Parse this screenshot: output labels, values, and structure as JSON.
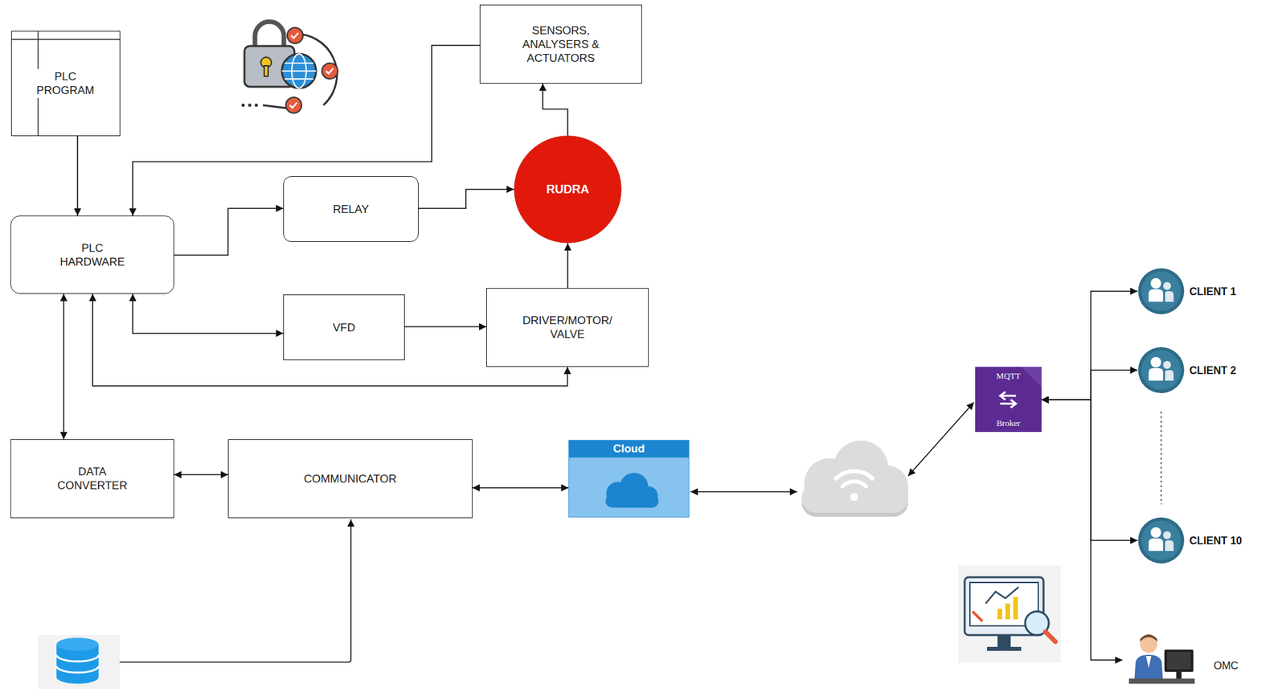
{
  "diagram": {
    "nodes": [
      {
        "text": [
          "PLC PROGRAM"
        ]
      },
      {
        "text": [
          "SENSORS, ANALYSERS & ACTUATORS"
        ]
      },
      {
        "text": [
          "RELAY"
        ]
      },
      {
        "text": [
          "RUDRA"
        ]
      },
      {
        "text": [
          "PLC HARDWARE"
        ]
      },
      {
        "text": [
          "VFD"
        ]
      },
      {
        "text": [
          "DRIVER/MOTOR/ VALVE"
        ]
      },
      {
        "text": [
          "DATA CONVERTER"
        ]
      },
      {
        "text": [
          "COMMUNICATOR"
        ]
      },
      {
        "text": [
          "Cloud"
        ]
      },
      {
        "text": [
          "MQTT",
          "Broker"
        ]
      },
      {
        "text": [
          "CLIENT 1"
        ]
      },
      {
        "text": [
          "CLIENT 2"
        ]
      },
      {
        "text": [
          "CLIENT 10"
        ]
      },
      {
        "text": [
          "OMC"
        ]
      }
    ],
    "edges": [
      {
        "from": 0,
        "to": 4,
        "arrow": "to"
      },
      {
        "from": 1,
        "to": 4,
        "arrow": "to"
      },
      {
        "from": 4,
        "to": 2,
        "arrow": "to"
      },
      {
        "from": 2,
        "to": 3,
        "arrow": "to"
      },
      {
        "from": 3,
        "to": 1,
        "arrow": "to"
      },
      {
        "from": 6,
        "to": 3,
        "arrow": "to"
      },
      {
        "from": 4,
        "to": 5,
        "arrow": "both"
      },
      {
        "from": 5,
        "to": 6,
        "arrow": "to"
      },
      {
        "from": 4,
        "to": 6,
        "arrow": "both"
      },
      {
        "from": 4,
        "to": 7,
        "arrow": "both"
      },
      {
        "from": 7,
        "to": 8,
        "arrow": "both"
      },
      {
        "from": 8,
        "to": 9,
        "arrow": "both"
      },
      {
        "from": 10,
        "to": 11,
        "arrow": "both"
      },
      {
        "from": 10,
        "to": 12,
        "arrow": "both"
      },
      {
        "from": 10,
        "to": 13,
        "arrow": "both"
      },
      {
        "from": 10,
        "to": 14,
        "arrow": "both"
      }
    ]
  }
}
